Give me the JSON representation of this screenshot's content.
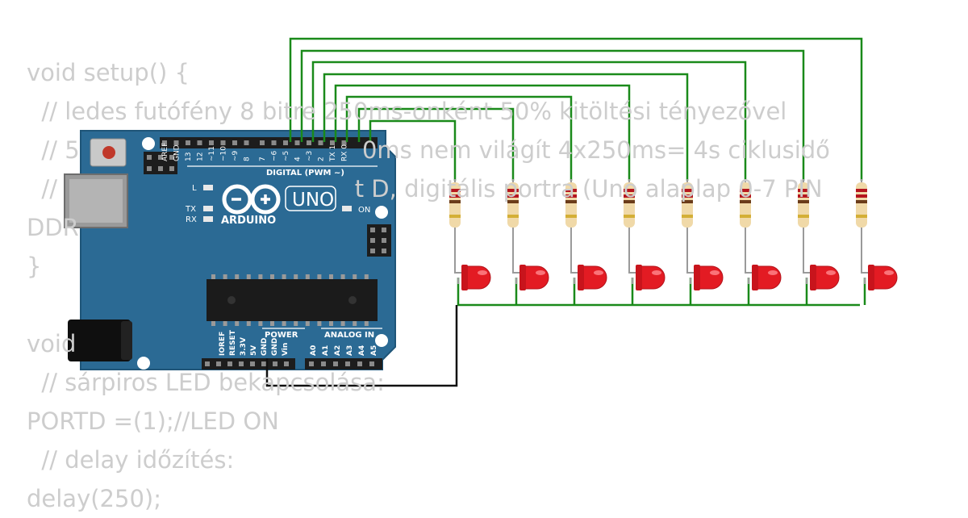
{
  "code_lines": [
    "void setup() {",
    "  // ledes futófény 8 bitre 250ms-onként 50% kitöltési tényezővel",
    "  // 5                                      0ms nem világít 4x250ms= 4s ciklusidő",
    "  //                                        t D, digitális portra (Uno alaplap 0-7 PIN",
    "DDR",
    "}",
    "",
    "void",
    "  // sárpiros LED bekapcsolása:",
    "PORTD =(1);//LED ON",
    "  // delay időzítés:",
    "delay(250);"
  ],
  "board": {
    "logo_text": "UNO",
    "brand": "ARDUINO",
    "digital_header_label": "DIGITAL (PWM ~)",
    "digital_pins": [
      "AREF",
      "GND",
      "13",
      "12",
      "~11",
      "~10",
      "~9",
      "8",
      "7",
      "~6",
      "~5",
      "4",
      "~3",
      "2",
      "TX 1",
      "RX 0"
    ],
    "led_labels": {
      "l": "L",
      "tx": "TX",
      "rx": "RX",
      "on": "ON"
    },
    "power_label": "POWER",
    "analog_label": "ANALOG IN",
    "power_pins": [
      "IOREF",
      "RESET",
      "3.3V",
      "5V",
      "GND",
      "GND",
      "Vin"
    ],
    "analog_pins": [
      "A0",
      "A1",
      "A2",
      "A3",
      "A4",
      "A5"
    ]
  },
  "colors": {
    "board": "#2b6a94",
    "wire_signal": "#1a8a1a",
    "wire_ground": "#111111",
    "led": "#e31b23",
    "code_text": "#cdcdcd"
  },
  "led_channels": [
    {
      "pin": "7"
    },
    {
      "pin": "6"
    },
    {
      "pin": "5"
    },
    {
      "pin": "4"
    },
    {
      "pin": "3"
    },
    {
      "pin": "2"
    },
    {
      "pin": "1"
    },
    {
      "pin": "0"
    }
  ]
}
